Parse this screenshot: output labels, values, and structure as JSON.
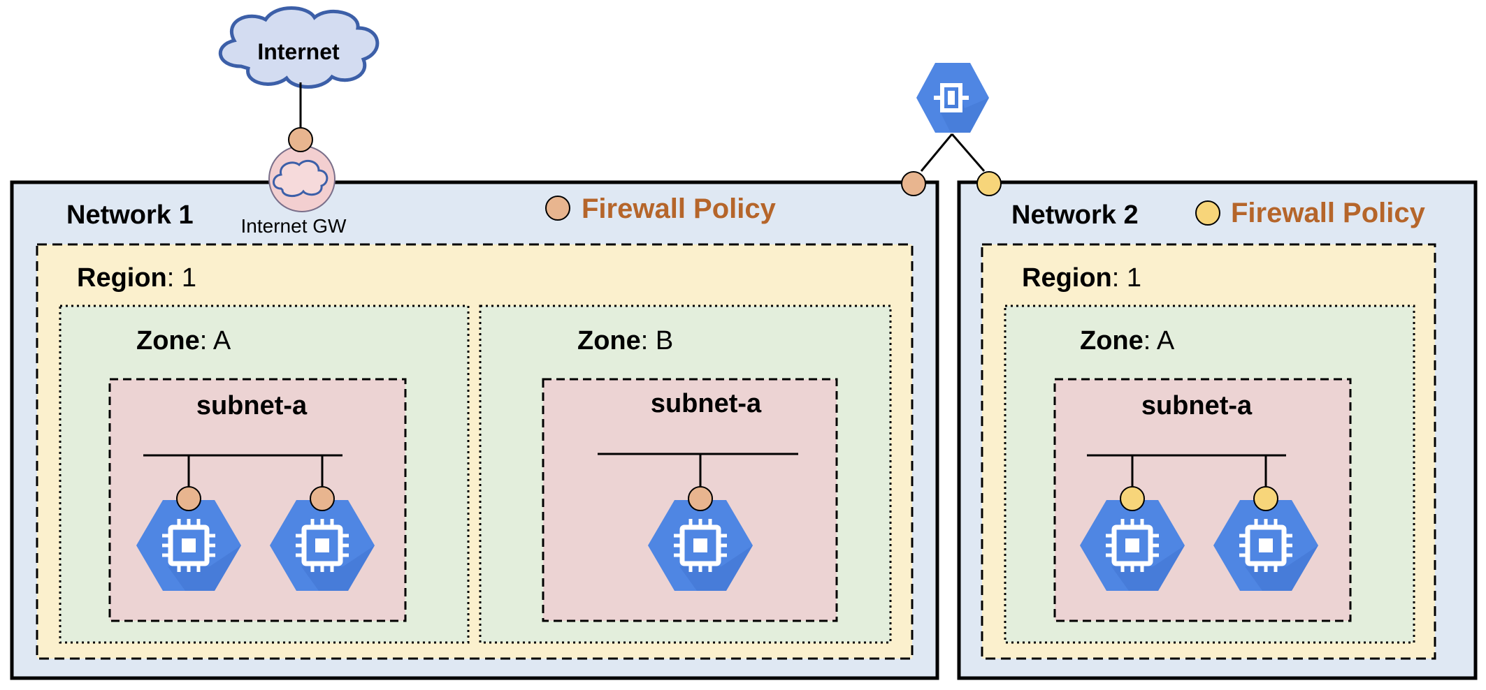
{
  "internet": {
    "label": "Internet",
    "gateway_label": "Internet GW"
  },
  "networks": [
    {
      "name": "Network 1",
      "firewall_label": "Firewall Policy",
      "firewall_color": "#e8b58f",
      "region": {
        "key": "Region",
        "value": "1"
      },
      "zones": [
        {
          "key": "Zone",
          "value": "A",
          "subnet": "subnet-a",
          "instances": 2
        },
        {
          "key": "Zone",
          "value": "B",
          "subnet": "subnet-a",
          "instances": 1
        }
      ]
    },
    {
      "name": "Network 2",
      "firewall_label": "Firewall Policy",
      "firewall_color": "#f7d57a",
      "region": {
        "key": "Region",
        "value": "1"
      },
      "zones": [
        {
          "key": "Zone",
          "value": "A",
          "subnet": "subnet-a",
          "instances": 2
        }
      ]
    }
  ],
  "colors": {
    "network_fill": "#dfe8f3",
    "region_fill": "#fbf0cd",
    "zone_fill": "#e3eedc",
    "subnet_fill": "#ecd3d3",
    "gcp_blue": "#4f86e3",
    "cloud_fill": "#d3dcf1",
    "cloud_stroke": "#3c5fa8",
    "gw_fill": "#f3cfd0"
  },
  "icons": {
    "instance": "compute-engine-hexagon-icon",
    "vpn": "cloud-vpn-hexagon-icon",
    "cloud": "internet-cloud-icon",
    "gateway": "internet-gateway-icon"
  }
}
